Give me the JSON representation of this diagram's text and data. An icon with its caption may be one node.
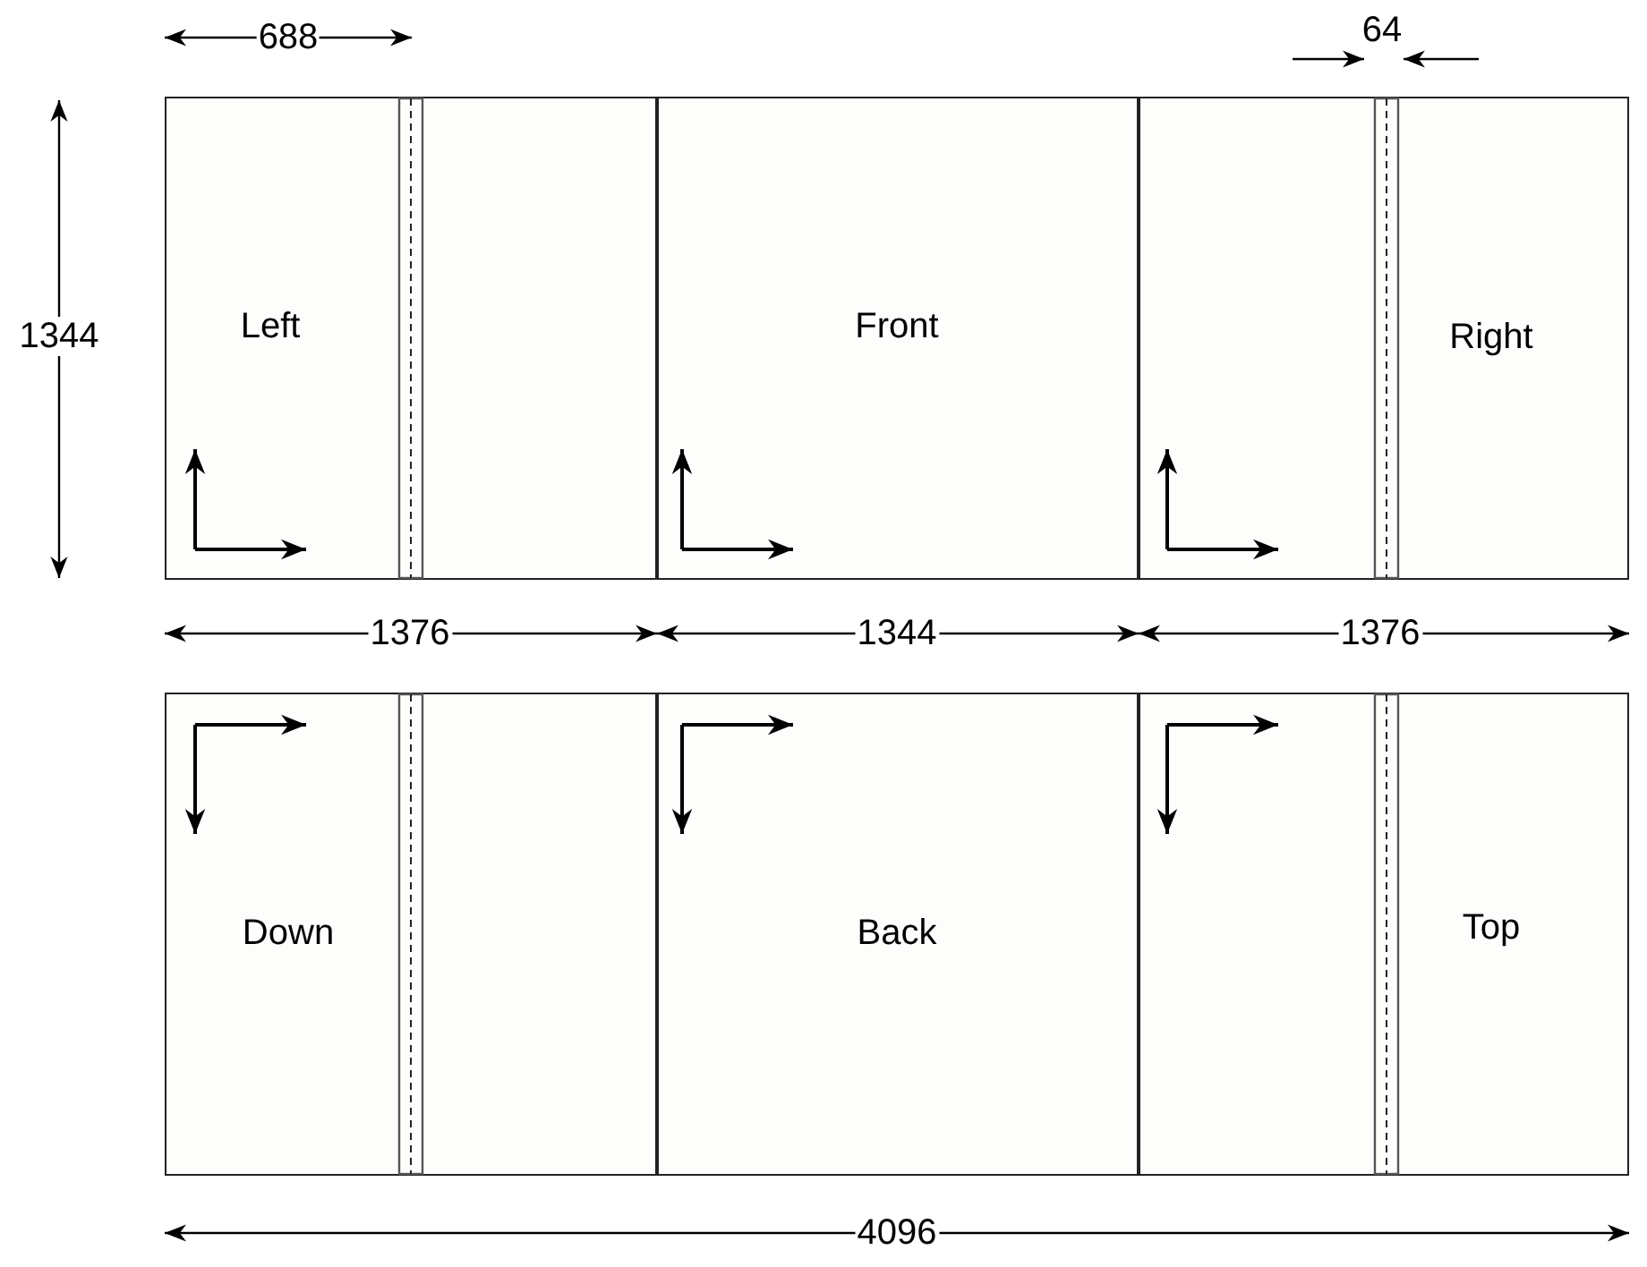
{
  "diagram": {
    "nodes": [
      {
        "text": [
          "Left"
        ]
      },
      {
        "text": [
          "Front"
        ]
      },
      {
        "text": [
          "Right"
        ]
      },
      {
        "text": [
          "Down"
        ]
      },
      {
        "text": [
          "Back"
        ]
      },
      {
        "text": [
          "Top"
        ]
      }
    ],
    "labels": [
      "688",
      "64",
      "1344",
      "1376",
      "1344",
      "1376",
      "4096"
    ]
  }
}
